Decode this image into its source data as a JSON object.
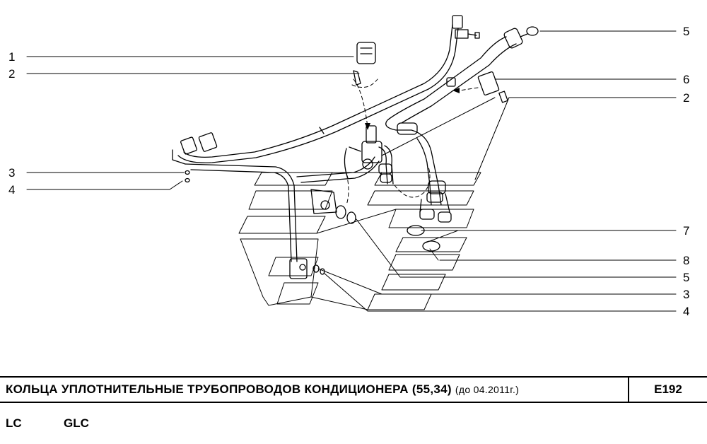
{
  "diagram": {
    "callouts_left": [
      "1",
      "2",
      "3",
      "4"
    ],
    "callouts_right": [
      "5",
      "6",
      "2",
      "7",
      "8",
      "5",
      "3",
      "4"
    ]
  },
  "title_block": {
    "title": "КОЛЬЦА УПЛОТНИТЕЛЬНЫЕ ТРУБОПРОВОДОВ КОНДИЦИОНЕРА (55,34)",
    "note": "(до 04.2011г.)",
    "code": "E192"
  },
  "models": [
    "LC",
    "GLC"
  ]
}
